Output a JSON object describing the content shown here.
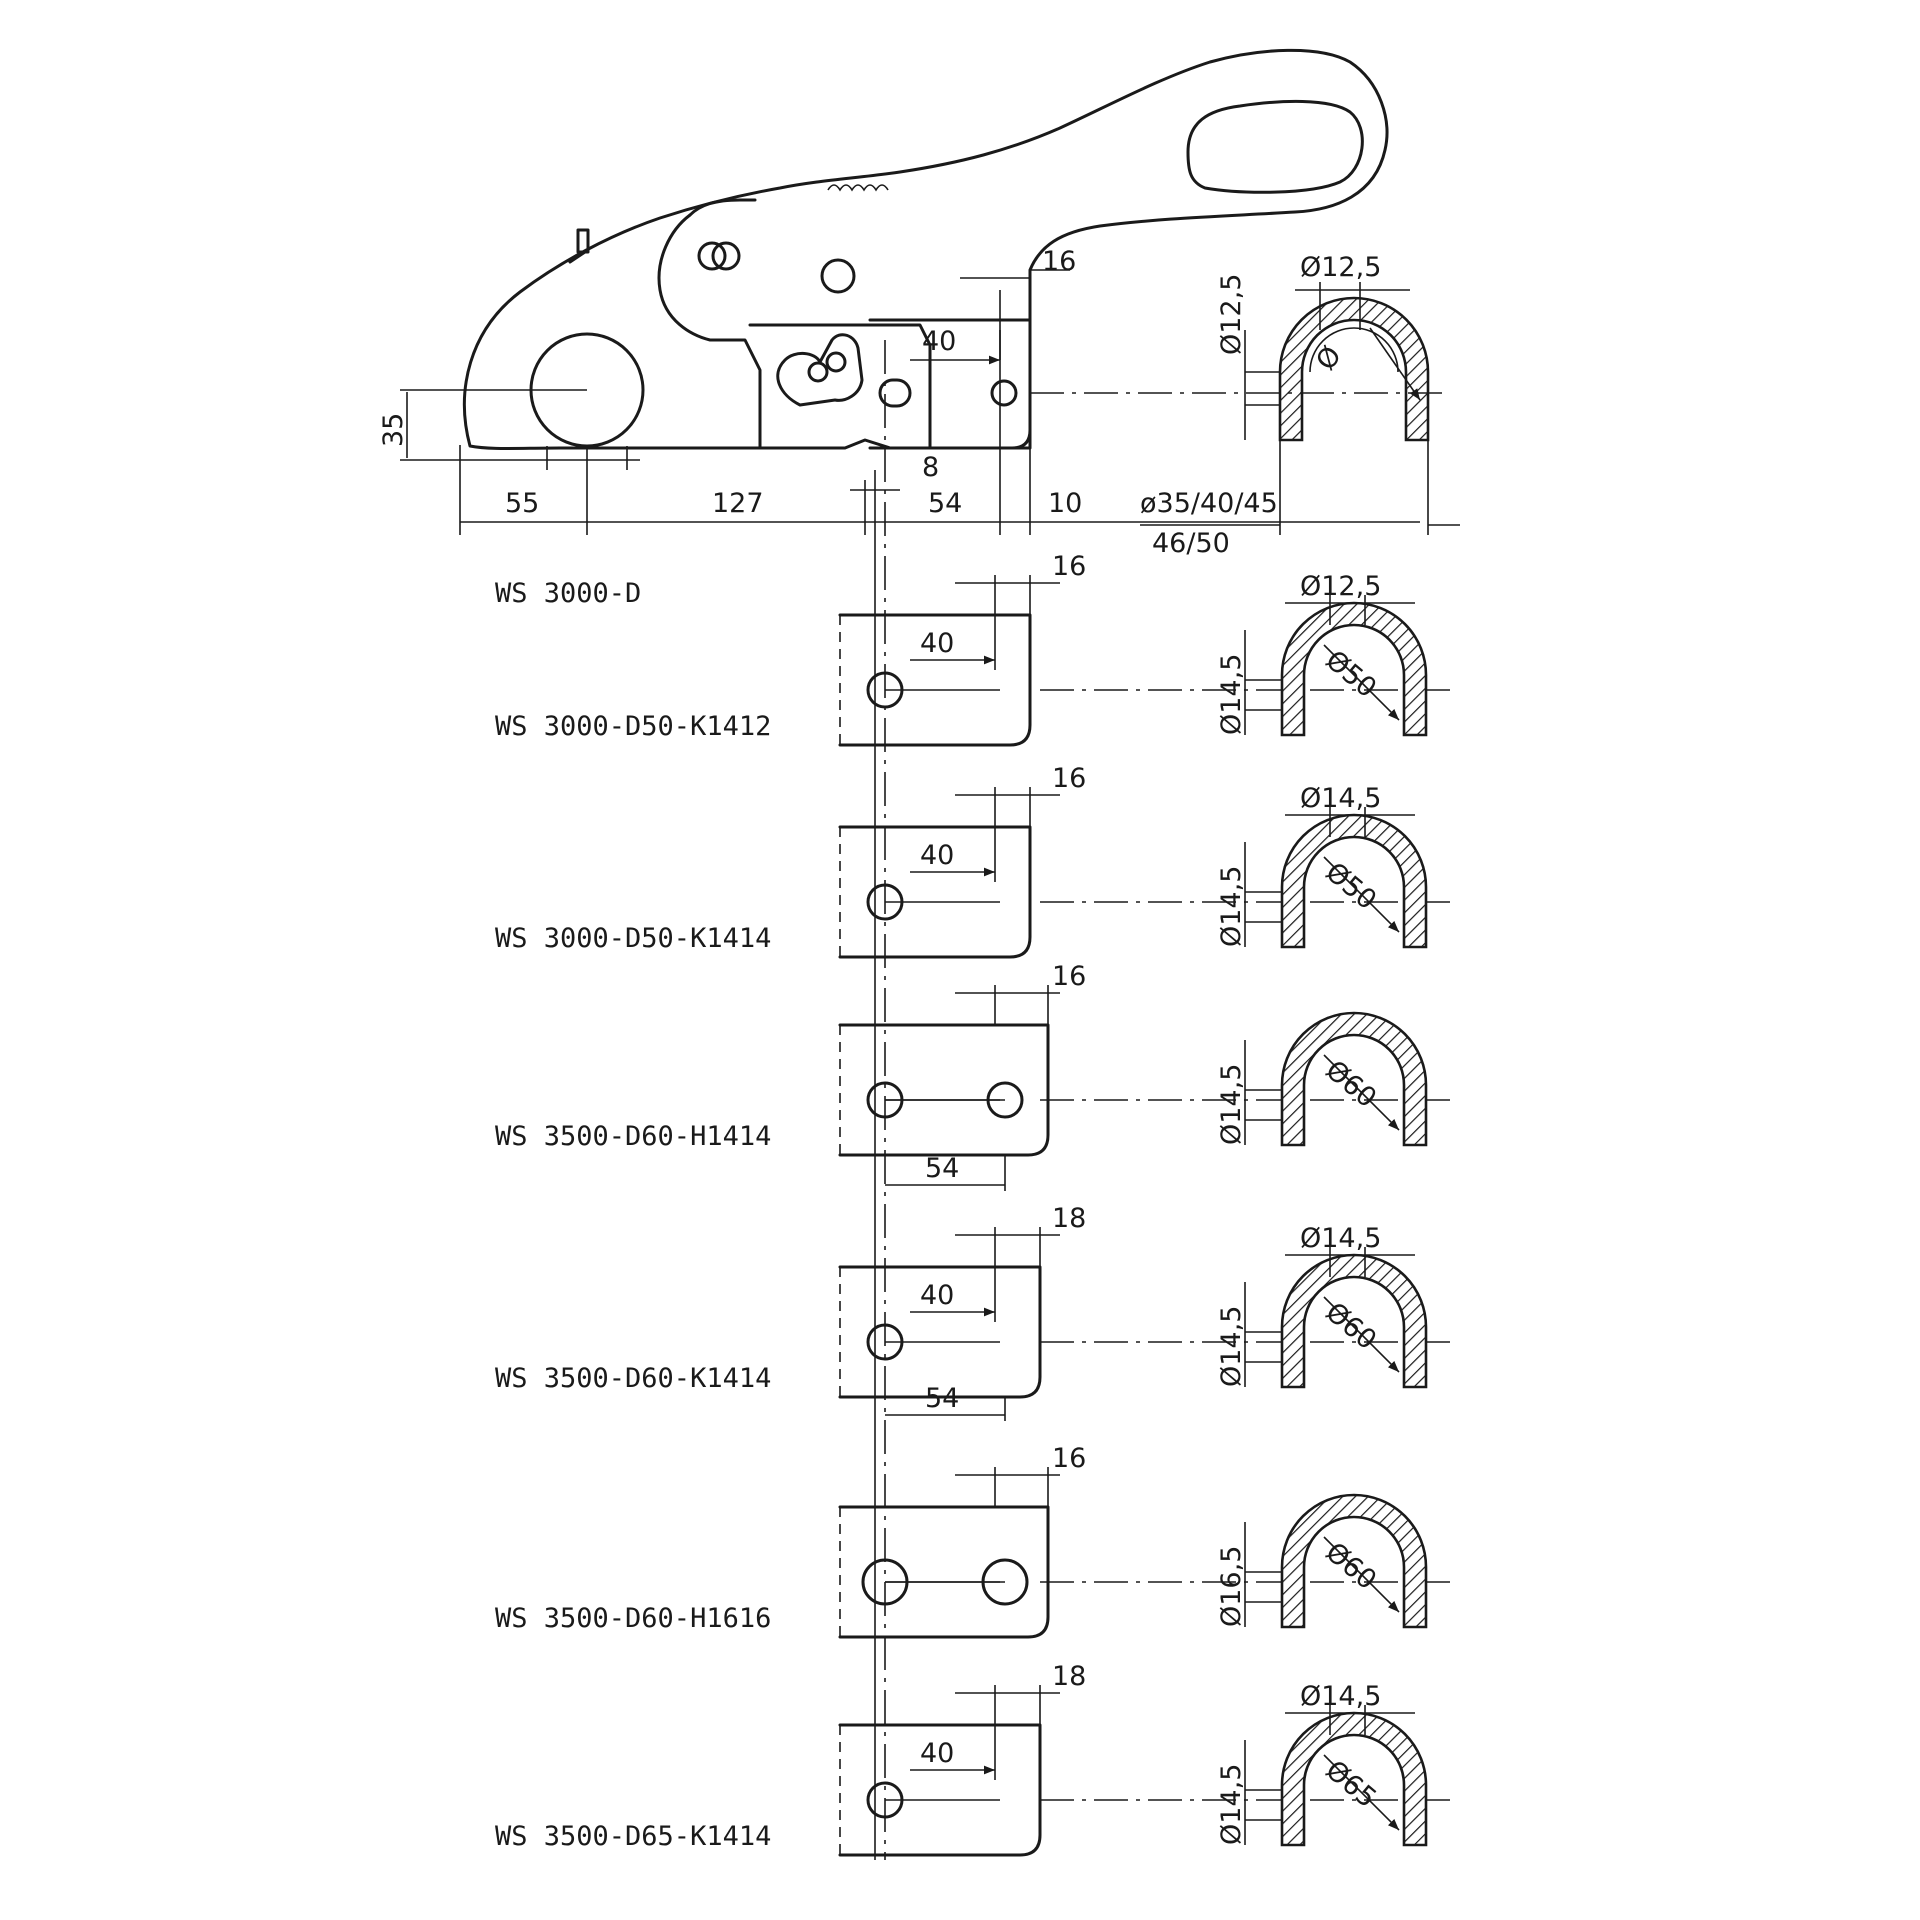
{
  "top_view": {
    "dims_horizontal": [
      "55",
      "127",
      "8",
      "54",
      "10",
      "16",
      "40"
    ],
    "dim_35": "35",
    "dim_ball": "ø35/40/45",
    "dim_ball_2": "46/50",
    "section_top": "Ø12,5",
    "section_side": "Ø12,5",
    "section_inner": "Ø",
    "model": "WS 3000-D"
  },
  "variants": [
    {
      "model": "WS 3000-D50-K1412",
      "top_dim": "16",
      "inner_dim": "40",
      "extra_dim": "",
      "holes": 1,
      "hole_size": "small",
      "section_top": "Ø12,5",
      "section_side": "Ø14,5",
      "section_inner": "Ø50"
    },
    {
      "model": "WS 3000-D50-K1414",
      "top_dim": "16",
      "inner_dim": "40",
      "extra_dim": "",
      "holes": 1,
      "hole_size": "small",
      "section_top": "Ø14,5",
      "section_side": "Ø14,5",
      "section_inner": "Ø50"
    },
    {
      "model": "WS 3500-D60-H1414",
      "top_dim": "16",
      "inner_dim": "",
      "extra_dim": "54",
      "holes": 2,
      "hole_size": "small",
      "section_top": "",
      "section_side": "Ø14,5",
      "section_inner": "Ø60"
    },
    {
      "model": "WS 3500-D60-K1414",
      "top_dim": "18",
      "inner_dim": "40",
      "extra_dim": "54",
      "holes": 1,
      "hole_size": "small",
      "section_top": "Ø14,5",
      "section_side": "Ø14,5",
      "section_inner": "Ø60"
    },
    {
      "model": "WS 3500-D60-H1616",
      "top_dim": "16",
      "inner_dim": "",
      "extra_dim": "",
      "holes": 2,
      "hole_size": "large",
      "section_top": "",
      "section_side": "Ø16,5",
      "section_inner": "Ø60"
    },
    {
      "model": "WS 3500-D65-K1414",
      "top_dim": "18",
      "inner_dim": "40",
      "extra_dim": "",
      "holes": 1,
      "hole_size": "small",
      "section_top": "Ø14,5",
      "section_side": "Ø14,5",
      "section_inner": "Ø65"
    }
  ]
}
